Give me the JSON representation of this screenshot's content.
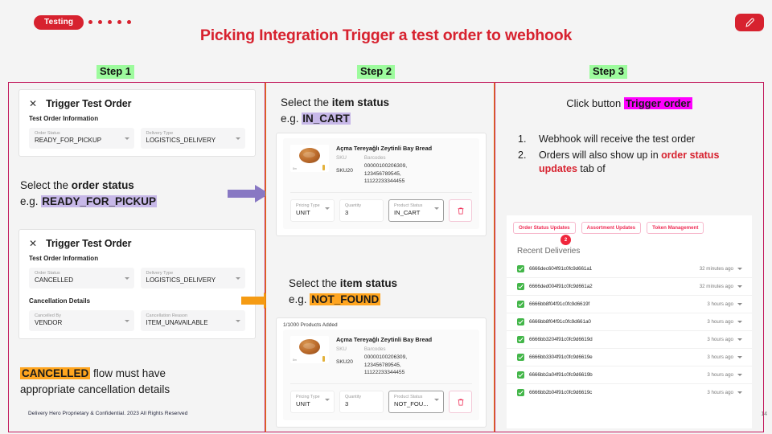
{
  "header": {
    "badge": "Testing",
    "dots_count": 5,
    "title": "Picking Integration Trigger a test order to webhook",
    "edit_icon": "pen-icon",
    "brand_red": "#d7222f"
  },
  "steps": [
    {
      "label": "Step 1"
    },
    {
      "label": "Step 2"
    },
    {
      "label": "Step 3"
    }
  ],
  "step1": {
    "card1": {
      "close_icon": "close-icon",
      "title": "Trigger Test Order",
      "section": "Test Order Information",
      "fields": [
        {
          "label": "Order Status",
          "value": "READY_FOR_PICKUP"
        },
        {
          "label": "Delivery Type",
          "value": "LOGISTICS_DELIVERY"
        }
      ]
    },
    "note1_prefix": "Select the ",
    "note1_bold": "order status",
    "note1_eg": "e.g. ",
    "note1_highlight": "READY_FOR_PICKUP",
    "card2": {
      "close_icon": "close-icon",
      "title": "Trigger Test Order",
      "section": "Test Order Information",
      "fields": [
        {
          "label": "Order Status",
          "value": "CANCELLED"
        },
        {
          "label": "Delivery Type",
          "value": "LOGISTICS_DELIVERY"
        }
      ],
      "section2": "Cancellation Details",
      "fields2": [
        {
          "label": "Cancelled By",
          "value": "VENDOR"
        },
        {
          "label": "Cancellation Reason",
          "value": "ITEM_UNAVAILABLE"
        }
      ]
    },
    "note2_highlight": "CANCELLED",
    "note2_rest": " flow must have",
    "note2_line2": "appropriate cancellation details",
    "footer": "Delivery Hero Proprietary & Confidential. 2023 All Rights Reserved"
  },
  "step2": {
    "note1_prefix": "Select the ",
    "note1_bold": "item status",
    "note1_eg": "e.g. ",
    "note1_highlight": "IN_CART",
    "note2_prefix": "Select the ",
    "note2_bold": "item status",
    "note2_eg": "e.g. ",
    "note2_highlight": "NOT_FOUND",
    "product": {
      "name": "Açma Tereyağlı Zeytinli Bay Bread",
      "sku_label": "SKU",
      "sku_value": "SKU20",
      "barcodes_label": "Barcodes",
      "barcodes": [
        "00000100206309,",
        "123456789545,",
        "11122233344455"
      ],
      "thumb_icon": "bread-thumbnail"
    },
    "card1_controls": [
      {
        "label": "Pricing Type",
        "value": "UNIT"
      },
      {
        "label": "Quantity",
        "value": "3"
      },
      {
        "label": "Product Status",
        "value": "IN_CART"
      }
    ],
    "card2_counter": "1/1000 Products Added",
    "card2_controls": [
      {
        "label": "Pricing Type",
        "value": "UNIT"
      },
      {
        "label": "Quantity",
        "value": "3"
      },
      {
        "label": "Product Status",
        "value": "NOT_FOU..."
      }
    ],
    "delete_icon": "trash-icon"
  },
  "step3": {
    "note_prefix": "Click button ",
    "note_highlight": "Trigger order",
    "bullets": [
      {
        "num": "1.",
        "text": "Webhook will receive the test order"
      },
      {
        "num": "2.",
        "pre": "Orders will also show up in ",
        "accent": "order status updates",
        "post": " tab of"
      }
    ],
    "tabs": [
      "Order Status Updates",
      "Assortment Updates",
      "Token Management"
    ],
    "badge_count": "2",
    "list_title": "Recent Deliveries",
    "deliveries": [
      {
        "id": "6666dec604f91c0fc9d661a1",
        "time": "32 minutes ago"
      },
      {
        "id": "6666ded004f91c0fc9d661a2",
        "time": "32 minutes ago"
      },
      {
        "id": "6666bb8f04f91c0fc9d6619f",
        "time": "3 hours ago"
      },
      {
        "id": "6666bb8f04f91c0fc9d661a0",
        "time": "3 hours ago"
      },
      {
        "id": "6666bb3204f91c0fc9d6619d",
        "time": "3 hours ago"
      },
      {
        "id": "6666bb3304f91c0fc9d6619e",
        "time": "3 hours ago"
      },
      {
        "id": "6666bb2a04f91c0fc9d6619b",
        "time": "3 hours ago"
      },
      {
        "id": "6666bb2b04f91c0fc9d6619c",
        "time": "3 hours ago"
      }
    ]
  },
  "page_number": "14"
}
